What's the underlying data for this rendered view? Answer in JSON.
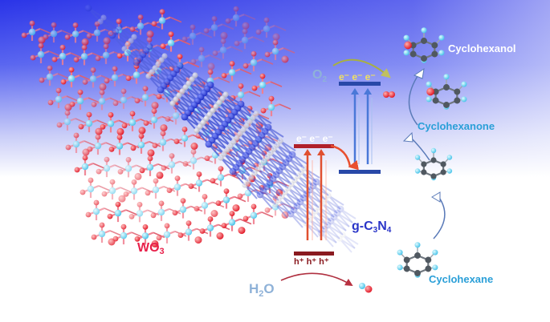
{
  "labels": {
    "wo3": "WO",
    "wo3_sub": "3",
    "gc3n4_prefix": "g-C",
    "gc3n4_sub1": "3",
    "gc3n4_mid": "N",
    "gc3n4_sub2": "4",
    "o2": "O",
    "o2_sub": "2",
    "h2o_h": "H",
    "h2o_sub": "2",
    "h2o_o": "O",
    "electrons_upper": "e⁻ e⁻ e⁻",
    "electrons_lower": "e⁻ e⁻ e⁻",
    "holes_upper": "h⁺ h⁺ h⁺",
    "holes_lower": "h⁺ h⁺ h⁺"
  },
  "products": {
    "cyclohexanol": "Cyclohexanol",
    "cyclohexanone": "Cyclohexanone",
    "cyclohexane": "Cyclohexane"
  },
  "colors": {
    "wo3_label": "#e8204a",
    "gc3n4_label": "#2a35c8",
    "product_label": "#2a9fd8",
    "h2o_label": "#8fb2d8",
    "o2_label": "#8fb2d8",
    "band_red": "#b0202a",
    "band_blue": "#2848a8"
  }
}
